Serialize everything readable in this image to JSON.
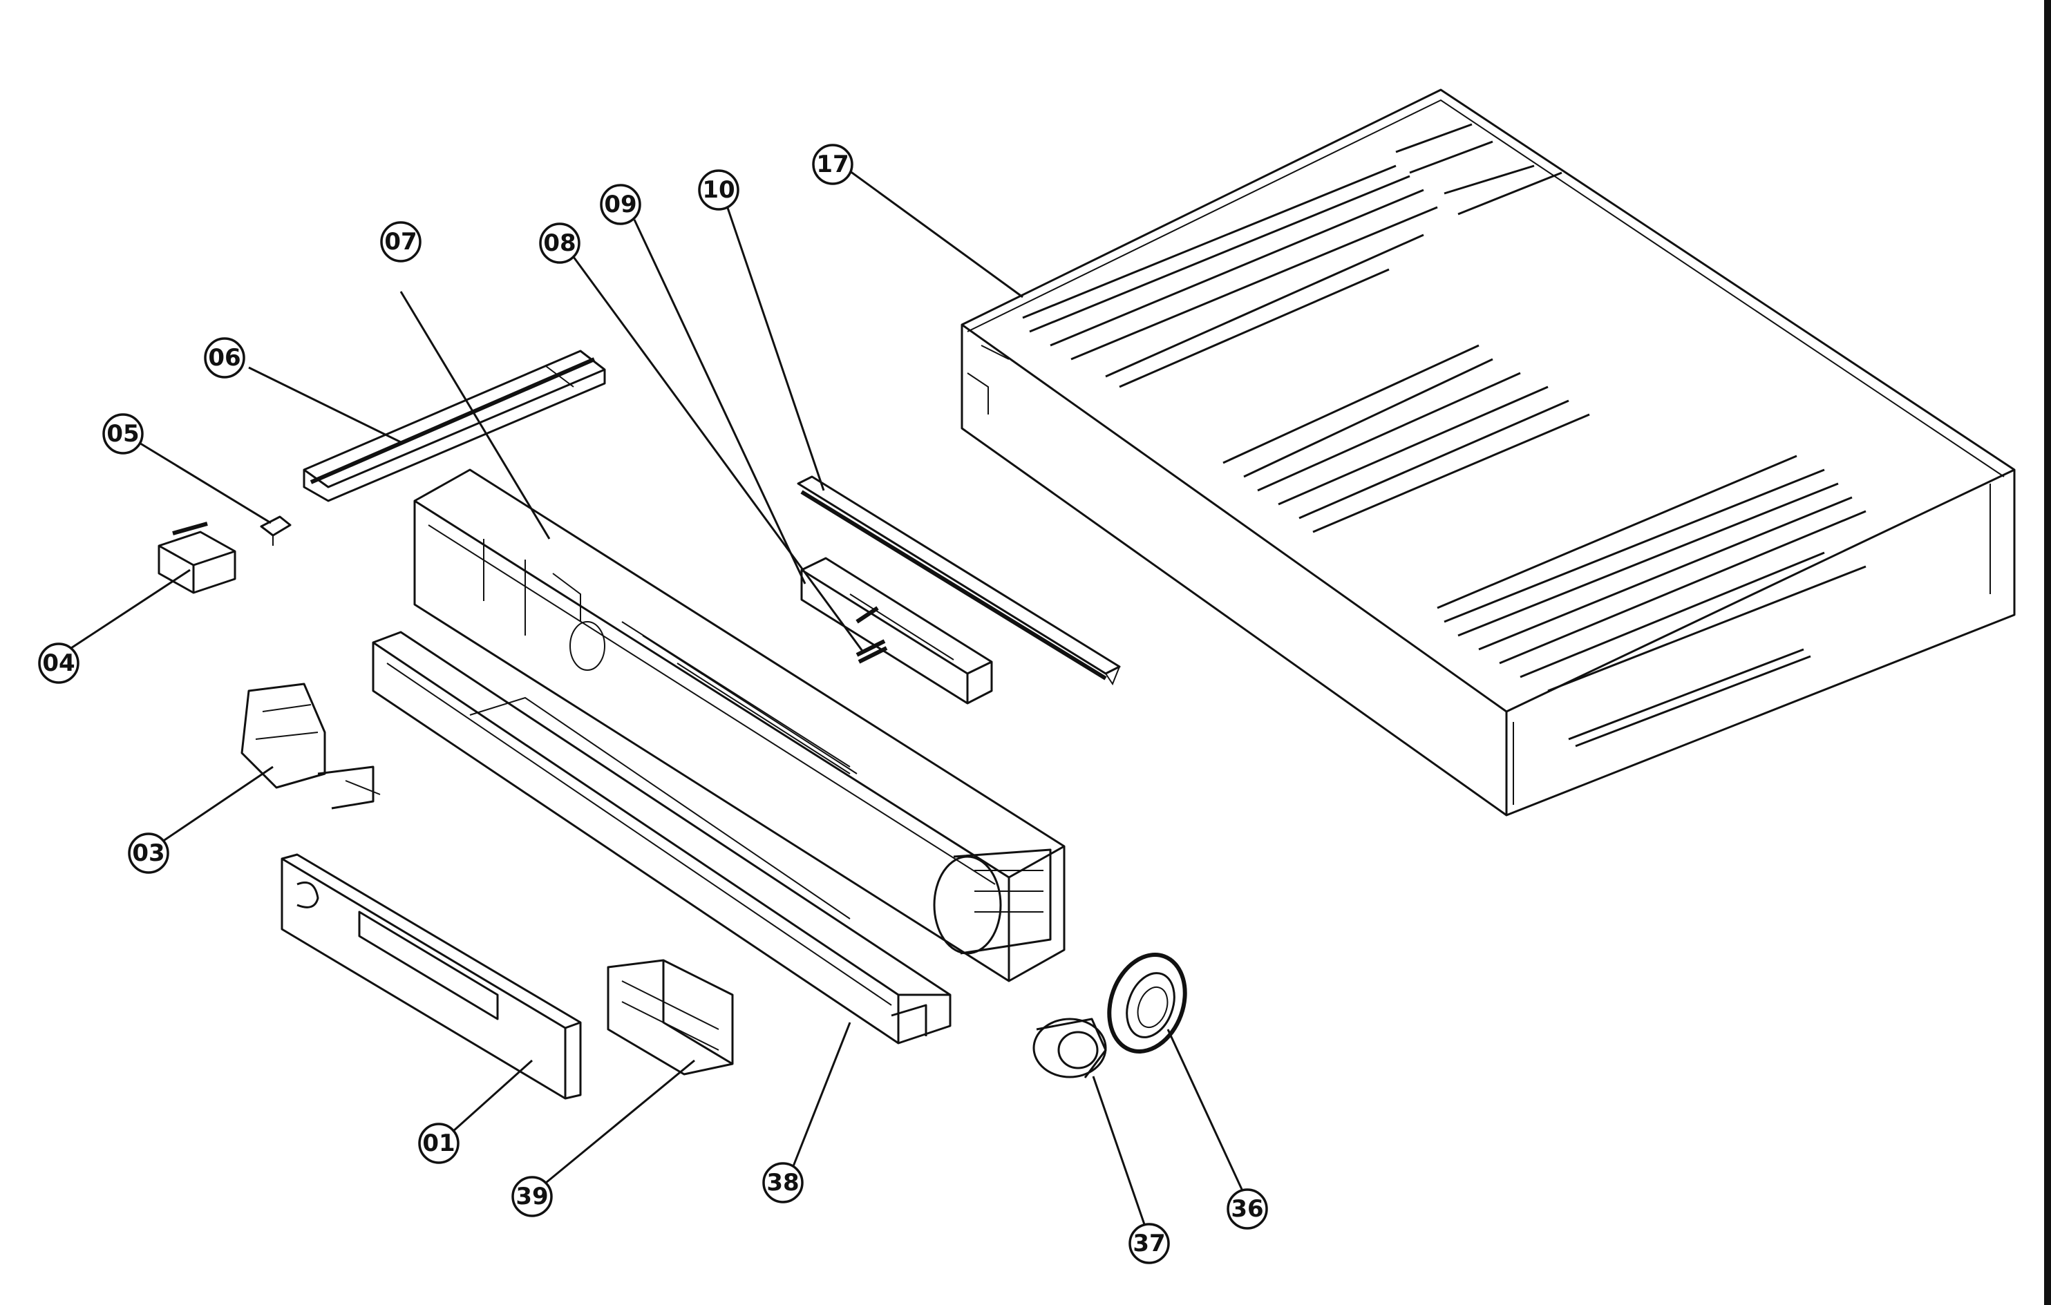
{
  "callouts": [
    {
      "id": "17",
      "label": "17"
    },
    {
      "id": "10",
      "label": "10"
    },
    {
      "id": "09",
      "label": "09"
    },
    {
      "id": "08",
      "label": "08"
    },
    {
      "id": "07",
      "label": "07"
    },
    {
      "id": "06",
      "label": "06"
    },
    {
      "id": "05",
      "label": "05"
    },
    {
      "id": "04",
      "label": "04"
    },
    {
      "id": "03",
      "label": "03"
    },
    {
      "id": "01",
      "label": "01"
    },
    {
      "id": "39",
      "label": "39"
    },
    {
      "id": "38",
      "label": "38"
    },
    {
      "id": "37",
      "label": "37"
    },
    {
      "id": "36",
      "label": "36"
    }
  ]
}
